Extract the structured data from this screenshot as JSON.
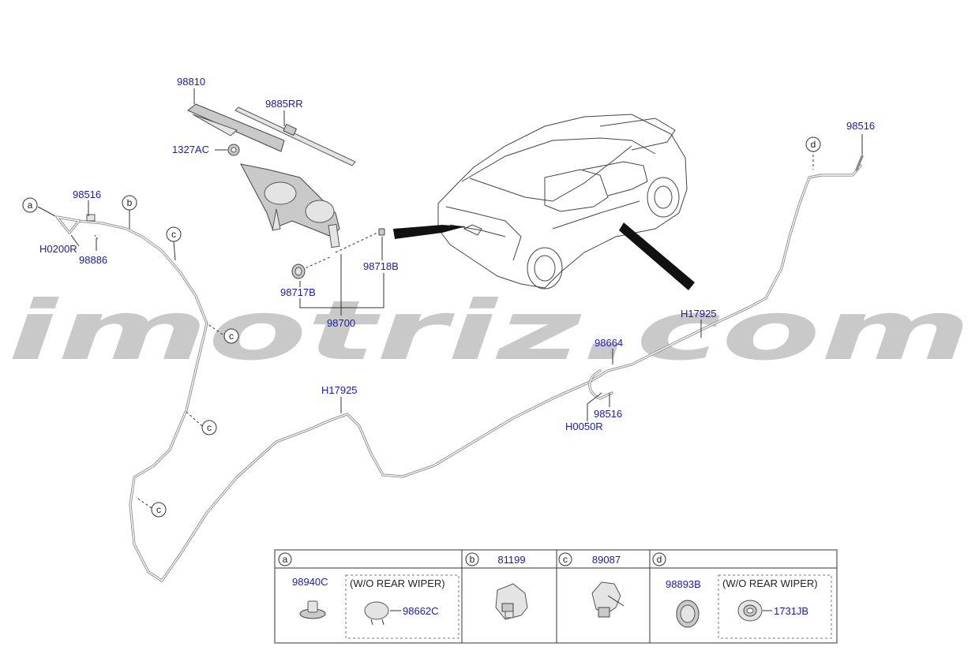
{
  "watermark": "imotriz.com",
  "callout_letters": [
    "a",
    "b",
    "c",
    "c",
    "c",
    "c",
    "c",
    "d"
  ],
  "part_labels": {
    "wiper_arm": "98810",
    "wiper_blade": "9885RR",
    "nut": "1327AC",
    "nozzle_left": "98516",
    "connector_left": "H0200R",
    "tube_left": "98886",
    "motor_cap": "98717B",
    "motor_cover": "98718B",
    "motor_assy": "98700",
    "hose_upper": "H17925",
    "hose_lower": "H17925",
    "grommet": "98664",
    "connector_right": "H0050R",
    "nozzle_right": "98516",
    "nozzle_top": "98516"
  },
  "table": {
    "columns": [
      {
        "letter": "a",
        "part": "",
        "items": [
          {
            "label": "98940C"
          },
          {
            "group": "(W/O REAR WIPER)",
            "label": "98662C"
          }
        ]
      },
      {
        "letter": "b",
        "part": "81199",
        "items": []
      },
      {
        "letter": "c",
        "part": "89087",
        "items": []
      },
      {
        "letter": "d",
        "part": "",
        "items": [
          {
            "label": "98893B"
          },
          {
            "group": "(W/O REAR WIPER)",
            "label": "1731JB"
          }
        ]
      }
    ]
  }
}
